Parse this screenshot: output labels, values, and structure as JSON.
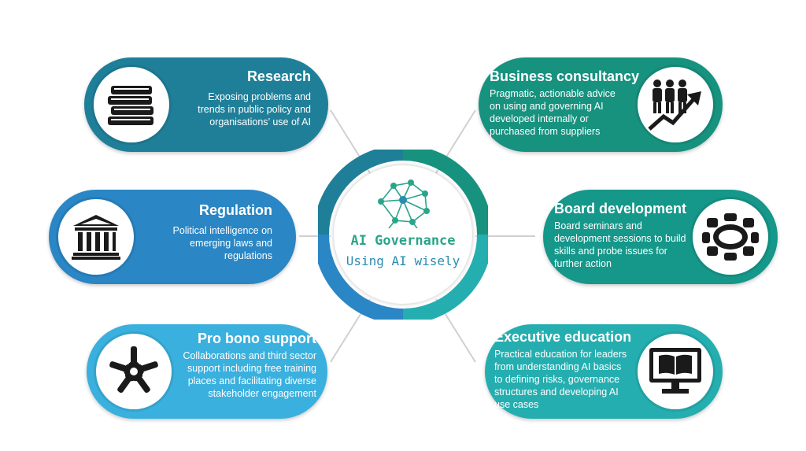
{
  "center": {
    "title": "AI Governance",
    "subtitle": "Using AI wisely",
    "icon": "network-brain-icon"
  },
  "services": [
    {
      "id": "research",
      "title": "Research",
      "lines": [
        "Exposing problems and",
        "trends in public policy and",
        "organisations’ use of AI"
      ],
      "icon": "books-icon",
      "color": "#1f7f99"
    },
    {
      "id": "regulation",
      "title": "Regulation",
      "lines": [
        "Political intelligence on",
        "emerging laws and",
        "regulations"
      ],
      "icon": "courthouse-icon",
      "color": "#2a86c4"
    },
    {
      "id": "pro-bono",
      "title": "Pro bono support",
      "lines": [
        "Collaborations and third sector",
        "support including free training",
        "places and facilitating diverse",
        "stakeholder engagement"
      ],
      "icon": "joined-hands-icon",
      "color": "#3ab0de"
    },
    {
      "id": "business-consultancy",
      "title": "Business consultancy",
      "lines": [
        "Pragmatic, actionable advice",
        "on using and governing AI",
        "developed internally or",
        "purchased from suppliers"
      ],
      "icon": "growth-team-icon",
      "color": "#17927f"
    },
    {
      "id": "board-development",
      "title": "Board development",
      "lines": [
        "Board seminars and",
        "development sessions to build",
        "skills and probe issues for",
        "further action"
      ],
      "icon": "boardroom-table-icon",
      "color": "#15978a"
    },
    {
      "id": "executive-education",
      "title": "Executive education",
      "lines": [
        "Practical education for leaders",
        "from understanding AI basics",
        "to defining risks, governance",
        "structures and developing AI",
        "use cases"
      ],
      "icon": "monitor-book-icon",
      "color": "#25aeb0"
    }
  ]
}
